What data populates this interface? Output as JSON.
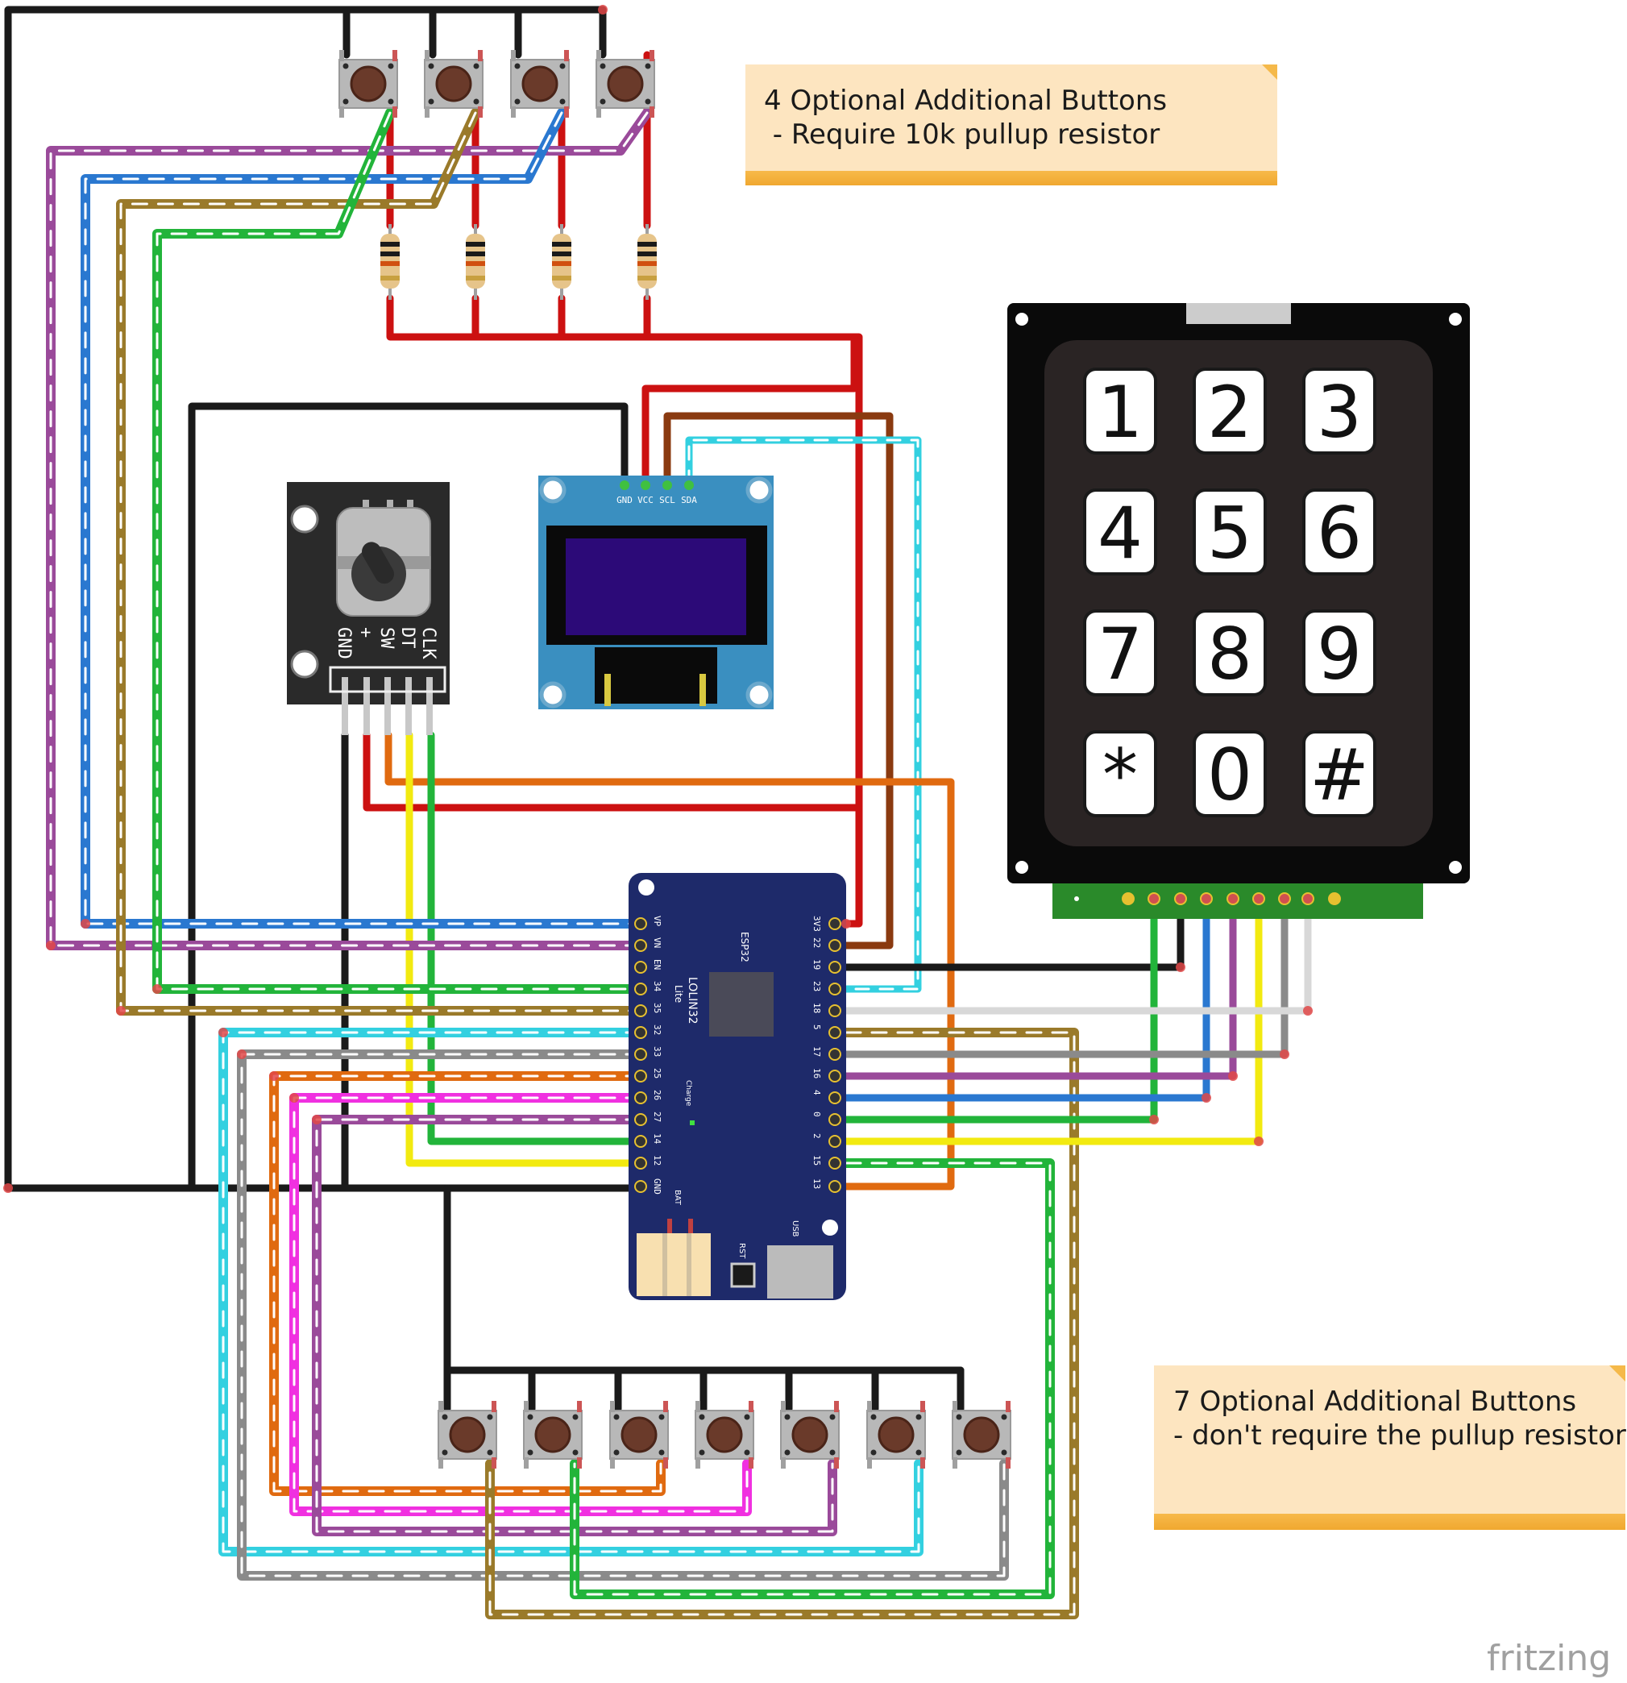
{
  "notes": {
    "top": {
      "line1": "4 Optional Additional Buttons",
      "line2": " - Require 10k pullup resistor"
    },
    "bottom": {
      "line1": "7 Optional Additional Buttons",
      "line2": "- don't require the pullup resistor"
    }
  },
  "oled": {
    "pins": [
      "GND",
      "VCC",
      "SCL",
      "SDA"
    ]
  },
  "encoder": {
    "pins": [
      "CLK",
      "DT",
      "SW",
      "+",
      "GND"
    ]
  },
  "keypad": {
    "keys": [
      "1",
      "2",
      "3",
      "4",
      "5",
      "6",
      "7",
      "8",
      "9",
      "*",
      "0",
      "#"
    ]
  },
  "board": {
    "name": "LOLIN32",
    "subname": "Lite",
    "chip": "ESP32",
    "charge": "Charge",
    "bat": "BAT",
    "rst": "RST",
    "usb": "USB",
    "left_pins": [
      "VP",
      "VN",
      "EN",
      "34",
      "35",
      "32",
      "33",
      "25",
      "26",
      "27",
      "14",
      "12",
      "GND"
    ],
    "right_pins": [
      "3V3",
      "22",
      "19",
      "23",
      "18",
      "5",
      "17",
      "16",
      "4",
      "0",
      "2",
      "15",
      "13"
    ]
  },
  "brand": "fritzing",
  "wire_colors": {
    "black": "#1a1a1a",
    "red": "#cc1111",
    "brown": "#8a3a10",
    "cyan": "#33d0e0",
    "orange": "#e06a10",
    "yellow": "#f2ea10",
    "green": "#22b43a",
    "blue": "#2a78d0",
    "purple": "#9a4a9a",
    "olive": "#9a7a2a",
    "gray": "#8a8a8a",
    "magenta": "#f030e0",
    "white": "#e8e8e8"
  }
}
